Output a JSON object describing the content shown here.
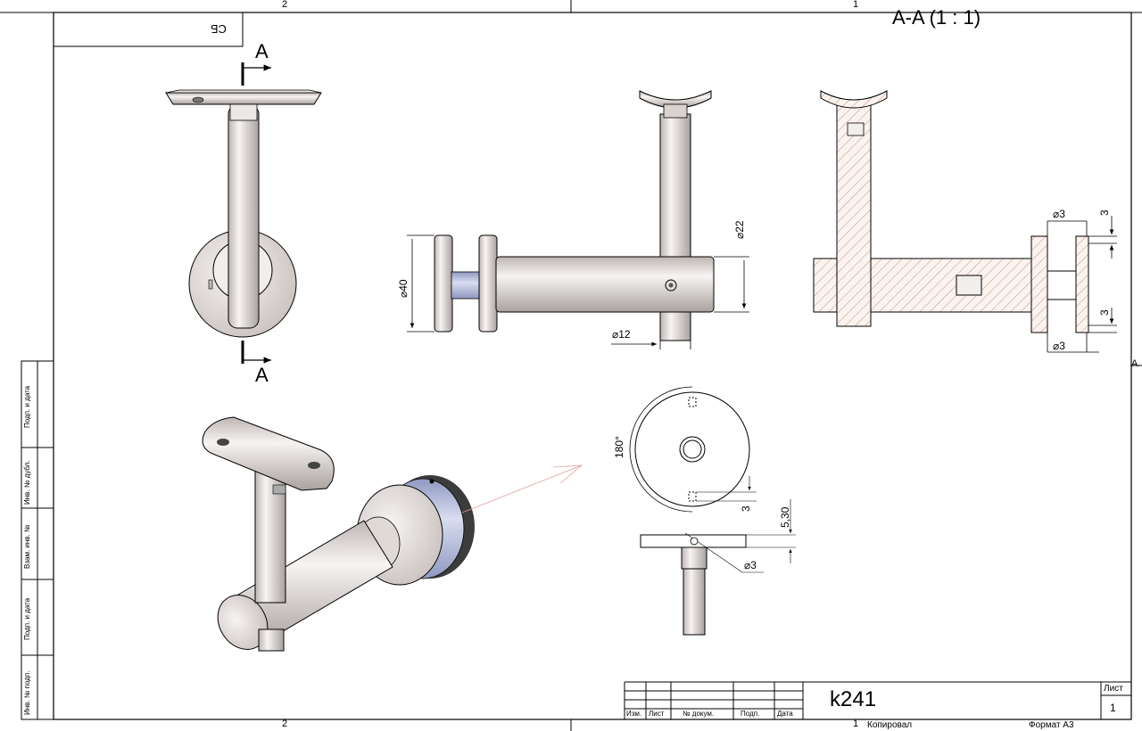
{
  "sheet": {
    "zones_top": [
      "2",
      "1"
    ],
    "zones_bottom": [
      "2",
      "1"
    ],
    "zone_right": "A",
    "stamp_label": "СБ"
  },
  "views": {
    "section_title": "A-A (1 : 1)",
    "section_mark_top": "A",
    "section_mark_bottom": "A"
  },
  "dimensions": {
    "d40": "⌀40",
    "d22": "⌀22",
    "d12": "⌀12",
    "d3_top": "⌀3",
    "d3_bottom": "⌀3",
    "d3_detail": "⌀3",
    "depth3_top": "3",
    "depth3_bottom": "3",
    "depth3_detail": "3",
    "angle": "180°",
    "thickness": "5,30"
  },
  "sidebar": {
    "items": [
      "Подп. и дата",
      "Инв. № дубл.",
      "Взам. инв. №",
      "Подп. и дата",
      "Инв. № подп."
    ]
  },
  "title_block": {
    "designation": "k241",
    "sheet_label": "Лист",
    "sheet_number": "1",
    "columns": [
      "Изм.",
      "Лист",
      "№ докум.",
      "Подп.",
      "Дата"
    ],
    "copied": "Копировал",
    "format": "Формат A3"
  },
  "colors": {
    "steel_light": "#f4f0ee",
    "steel_mid": "#d2cbc8",
    "steel_dark": "#9a928f",
    "glass": "#b8c0dc",
    "line": "#000000",
    "leader": "#e0a0a0"
  }
}
